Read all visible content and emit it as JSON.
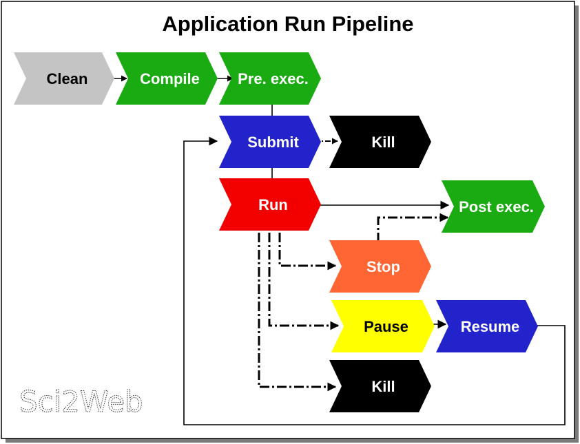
{
  "title": "Application Run Pipeline",
  "watermark": "Sci2Web",
  "stages": [
    {
      "id": "clean",
      "label": "Clean",
      "fill": "#c4c4c4",
      "text_color": "#000000"
    },
    {
      "id": "compile",
      "label": "Compile",
      "fill": "#1aab12",
      "text_color": "#ffffff"
    },
    {
      "id": "pre_exec",
      "label": "Pre. exec.",
      "fill": "#1aab12",
      "text_color": "#ffffff"
    },
    {
      "id": "submit",
      "label": "Submit",
      "fill": "#2323cc",
      "text_color": "#ffffff"
    },
    {
      "id": "kill_top",
      "label": "Kill",
      "fill": "#000000",
      "text_color": "#ffffff"
    },
    {
      "id": "run",
      "label": "Run",
      "fill": "#f20000",
      "text_color": "#ffffff"
    },
    {
      "id": "post_exec",
      "label": "Post exec.",
      "fill": "#1aab12",
      "text_color": "#ffffff"
    },
    {
      "id": "stop",
      "label": "Stop",
      "fill": "#ff6633",
      "text_color": "#ffffff"
    },
    {
      "id": "pause",
      "label": "Pause",
      "fill": "#ffff00",
      "text_color": "#000000"
    },
    {
      "id": "resume",
      "label": "Resume",
      "fill": "#2323cc",
      "text_color": "#ffffff"
    },
    {
      "id": "kill_bottom",
      "label": "Kill",
      "fill": "#000000",
      "text_color": "#ffffff"
    }
  ],
  "edges": [
    {
      "from": "clean",
      "to": "compile",
      "style": "solid"
    },
    {
      "from": "compile",
      "to": "pre_exec",
      "style": "solid"
    },
    {
      "from": "pre_exec",
      "to": "submit",
      "style": "solid"
    },
    {
      "from": "submit",
      "to": "kill_top",
      "style": "dash-dot"
    },
    {
      "from": "submit",
      "to": "run",
      "style": "solid"
    },
    {
      "from": "run",
      "to": "post_exec",
      "style": "solid"
    },
    {
      "from": "stop",
      "to": "post_exec",
      "style": "dash-dot"
    },
    {
      "from": "run",
      "to": "stop",
      "style": "dash-dot"
    },
    {
      "from": "run",
      "to": "pause",
      "style": "dash-dot"
    },
    {
      "from": "run",
      "to": "kill_bottom",
      "style": "dash-dot"
    },
    {
      "from": "pause",
      "to": "resume",
      "style": "solid"
    },
    {
      "from": "resume",
      "to": "submit",
      "style": "solid"
    }
  ]
}
